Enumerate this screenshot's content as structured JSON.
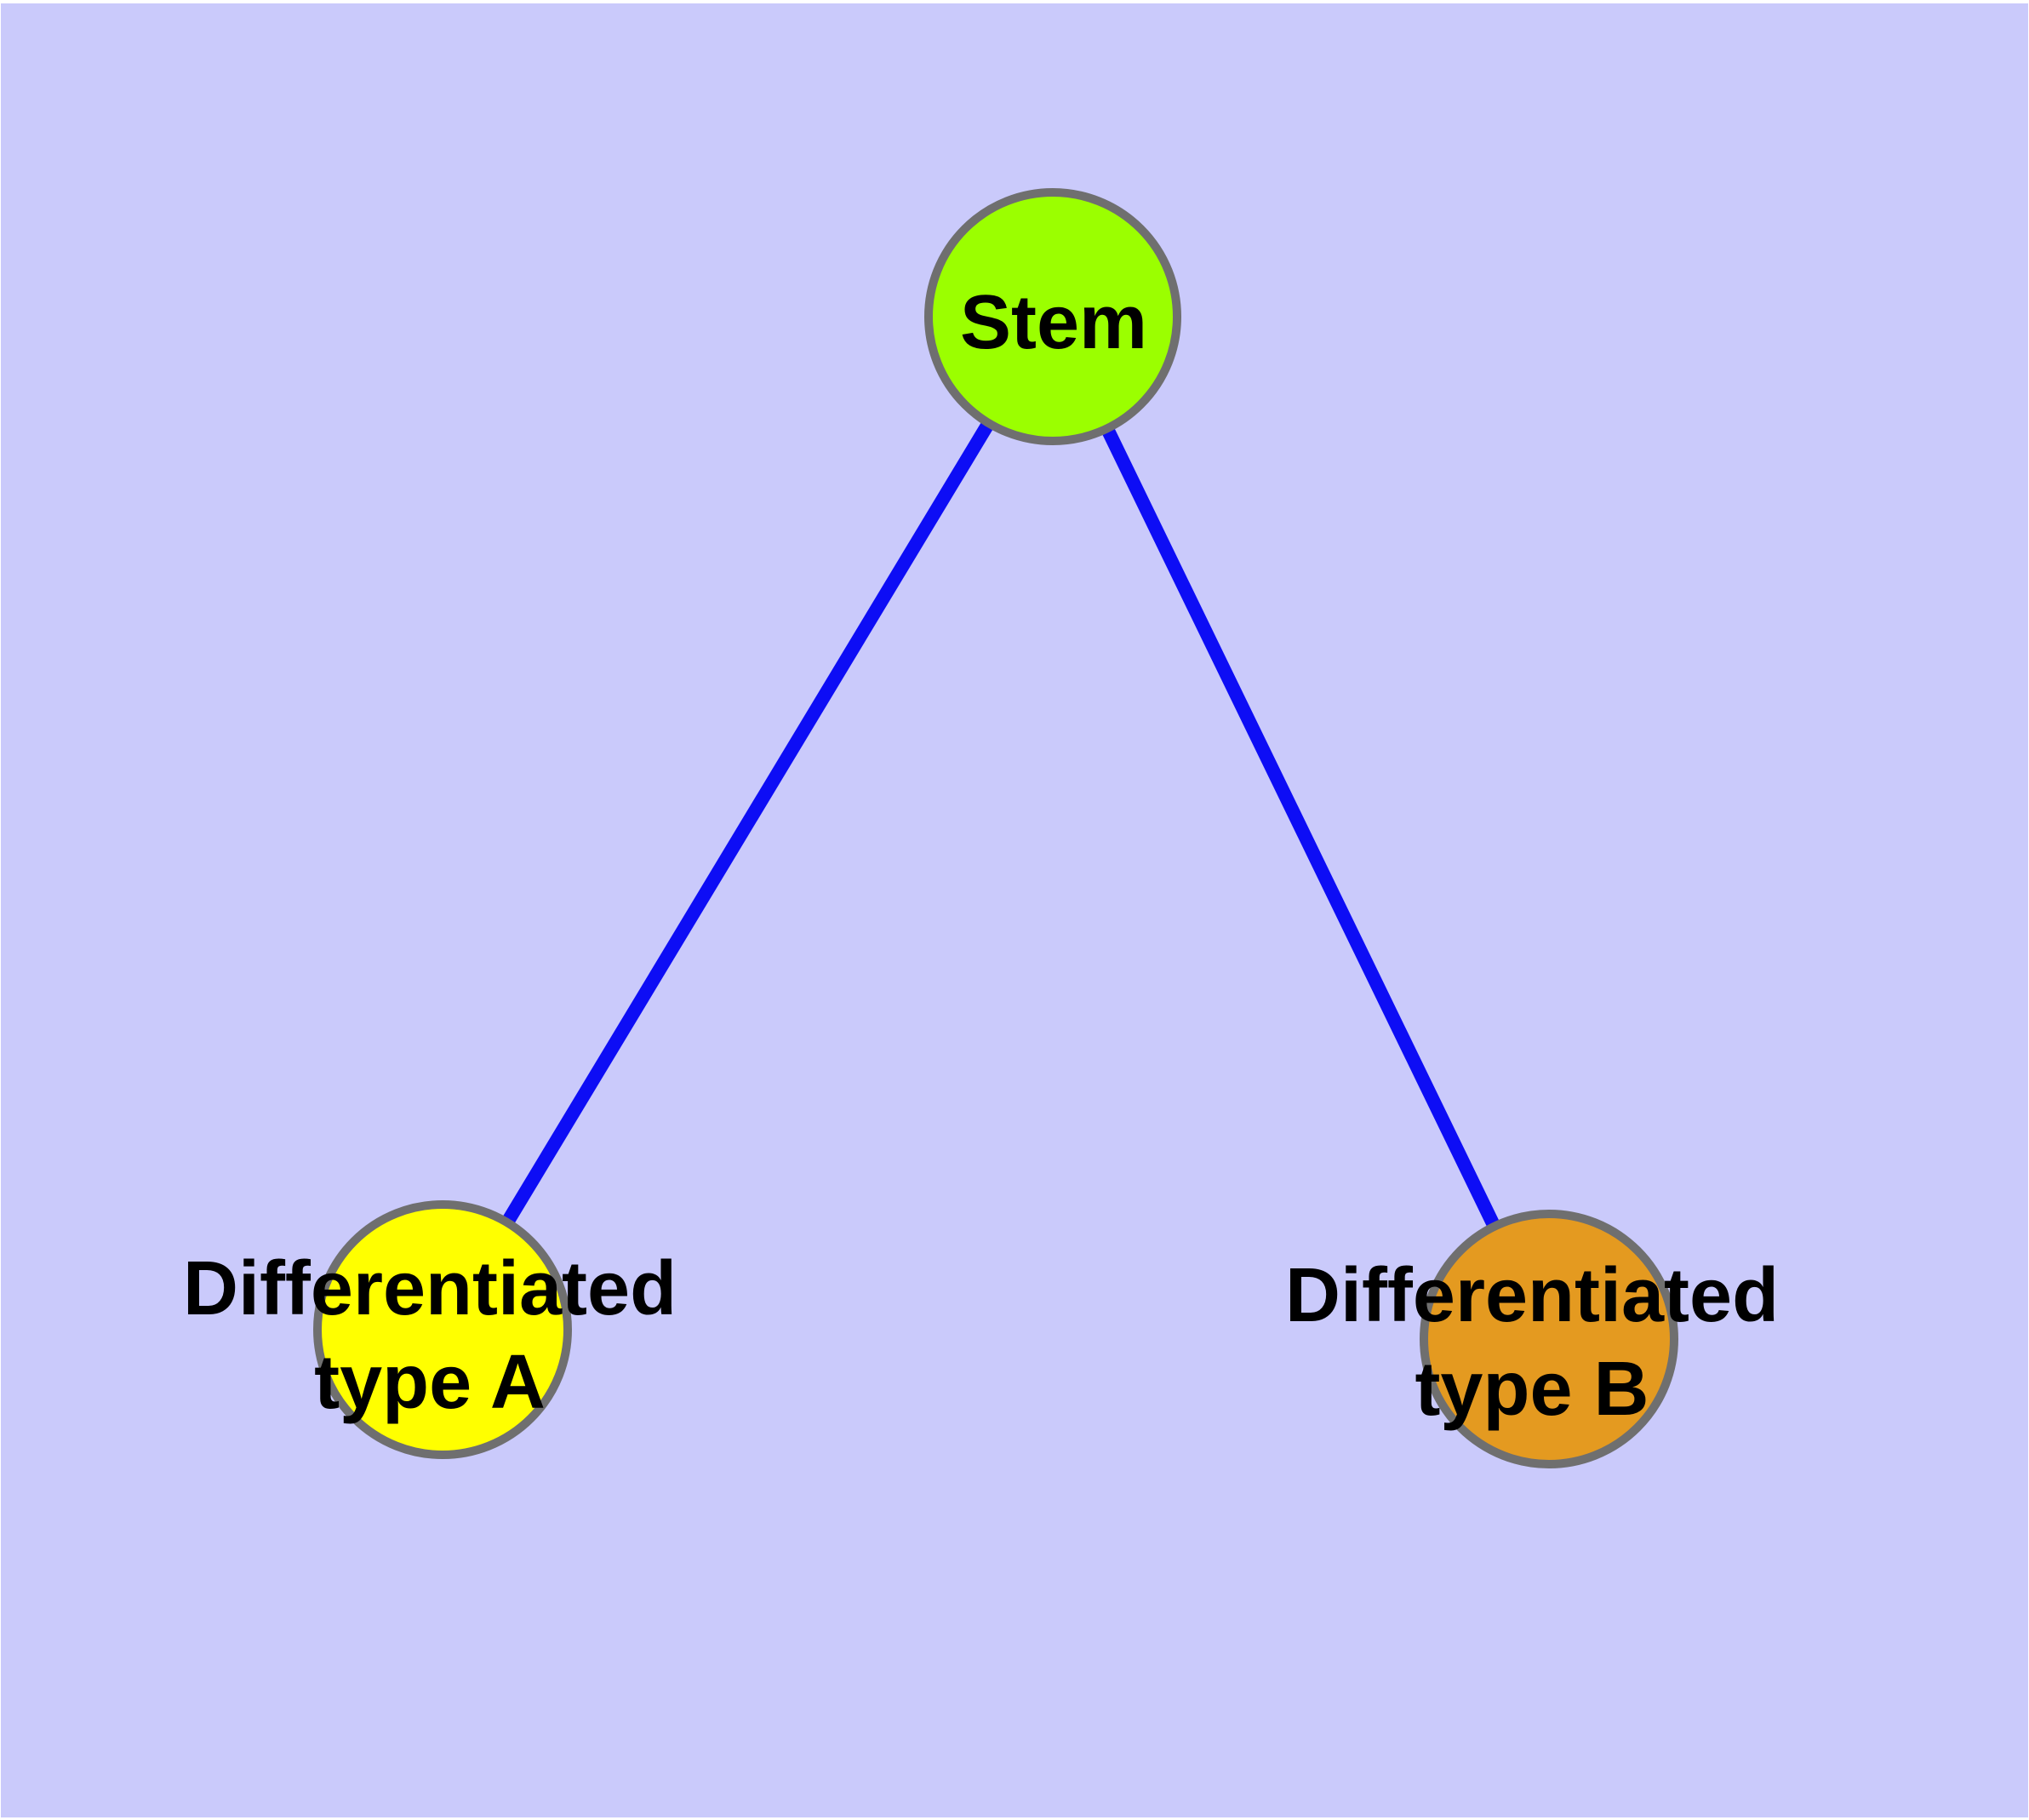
{
  "canvas": {
    "background": "#CACAFB",
    "page_background": "#FFFFFF"
  },
  "graph": {
    "type": "node-link-diagram",
    "nodes": [
      {
        "id": "stem",
        "lines": [
          "Stem"
        ],
        "fill": "#9BFF00",
        "border": "#6F6F6F"
      },
      {
        "id": "diff-a",
        "lines": [
          "Differentiated",
          "type A"
        ],
        "fill": "#FFFF00",
        "border": "#6F6F6F"
      },
      {
        "id": "diff-b",
        "lines": [
          "Differentiated",
          "type B"
        ],
        "fill": "#E49A20",
        "border": "#6F6F6F"
      }
    ],
    "edges": [
      {
        "from": "stem",
        "to": "diff-a",
        "color": "#0D0DF5"
      },
      {
        "from": "stem",
        "to": "diff-b",
        "color": "#0D0DF5"
      }
    ]
  }
}
